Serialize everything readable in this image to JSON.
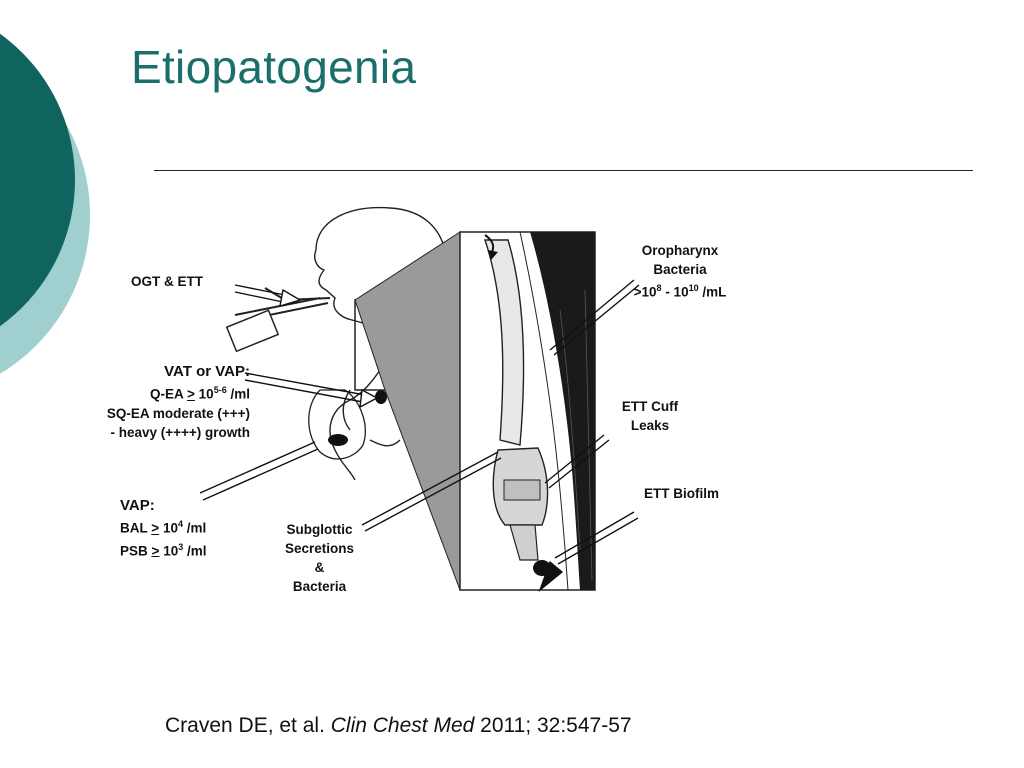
{
  "slide": {
    "title": "Etiopatogenia",
    "citation": {
      "authors": "Craven DE, et al.",
      "journal": "Clin Chest Med",
      "details": "2011; 32:547-57"
    }
  },
  "figure": {
    "labels": {
      "ogt_ett": "OGT & ETT",
      "vat_vap": {
        "line1": "VAT or VAP:",
        "line2_prefix": "Q-EA",
        "line2_symbol": ">",
        "line2_value": "10",
        "line2_exp": "5-6",
        "line2_unit": "/ml",
        "line3": "SQ-EA moderate (+++)",
        "line4": "- heavy (++++) growth"
      },
      "vap": {
        "line1": "VAP:",
        "bal_prefix": "BAL",
        "bal_symbol": ">",
        "bal_value": "10",
        "bal_exp": "4",
        "bal_unit": "/ml",
        "psb_prefix": "PSB",
        "psb_symbol": ">",
        "psb_value": "10",
        "psb_exp": "3",
        "psb_unit": "/ml"
      },
      "subglottic": {
        "line1": "Subglottic",
        "line2": "Secretions",
        "line3": "&",
        "line4": "Bacteria"
      },
      "oropharynx": {
        "line1": "Oropharynx",
        "line2": "Bacteria",
        "line3_prefix": ">10",
        "line3_exp1": "8",
        "line3_mid": " - 10",
        "line3_exp2": "10",
        "line3_unit": " /mL"
      },
      "cuff": {
        "line1": "ETT Cuff",
        "line2": "Leaks"
      },
      "biofilm": "ETT Biofilm"
    }
  },
  "colors": {
    "title": "#1b6f6b",
    "deco_dark": "#0f6460",
    "deco_light": "#9fcfcf"
  }
}
